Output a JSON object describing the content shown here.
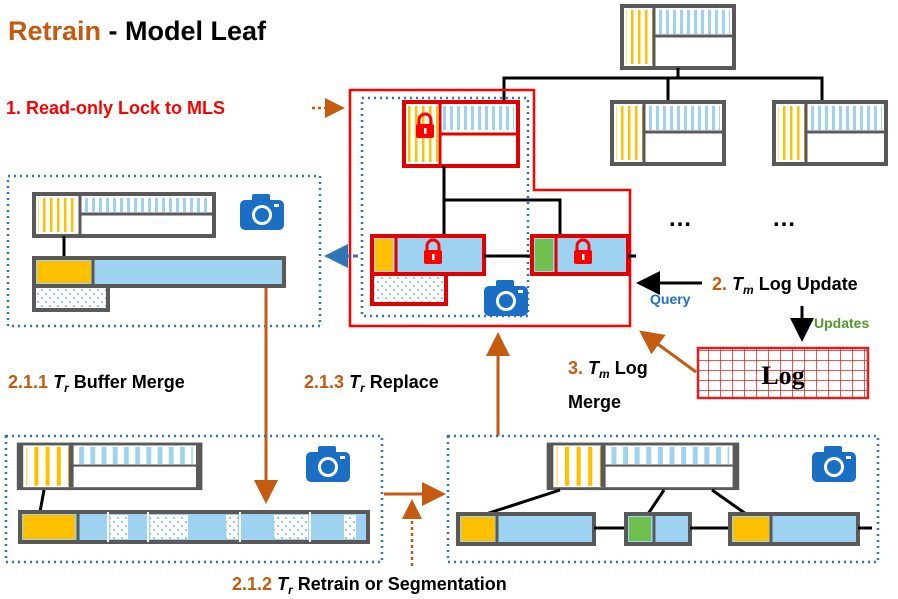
{
  "title": {
    "part1": "Retrain",
    "separator": " - ",
    "part2": "Model Leaf"
  },
  "labels": {
    "step1": "1. Read-only Lock to MLS",
    "step2_num": "2.",
    "step2_t": "T",
    "step2_sub": "m",
    "step2_rest": " Log Update",
    "query": "Query",
    "updates": "Updates",
    "log": "Log",
    "step3_num": "3.",
    "step3_t": "T",
    "step3_sub": "m",
    "step3_rest": " Log",
    "step3_line2": "Merge",
    "step211_num": "2.1.1",
    "step211_t": "T",
    "step211_sub": "r",
    "step211_rest": " Buffer Merge",
    "step213_num": "2.1.3",
    "step213_t": "T",
    "step213_sub": "r",
    "step213_rest": " Replace",
    "step212_num": "2.1.2",
    "step212_t": "T",
    "step212_sub": "r",
    "step212_rest": " Retrain or Segmentation",
    "ellipsis1": "…",
    "ellipsis2": "…"
  },
  "colors": {
    "orange_text": "#c55a11",
    "red_lock": "#ff0000",
    "node_gold": "#ffc000",
    "node_blue": "#9dd3f0",
    "node_green": "#70c050",
    "dotted_box": "#2e75b6",
    "camera": "#1a6fc4"
  },
  "icons": [
    "camera-icon",
    "lock-icon",
    "log-grid-icon"
  ]
}
